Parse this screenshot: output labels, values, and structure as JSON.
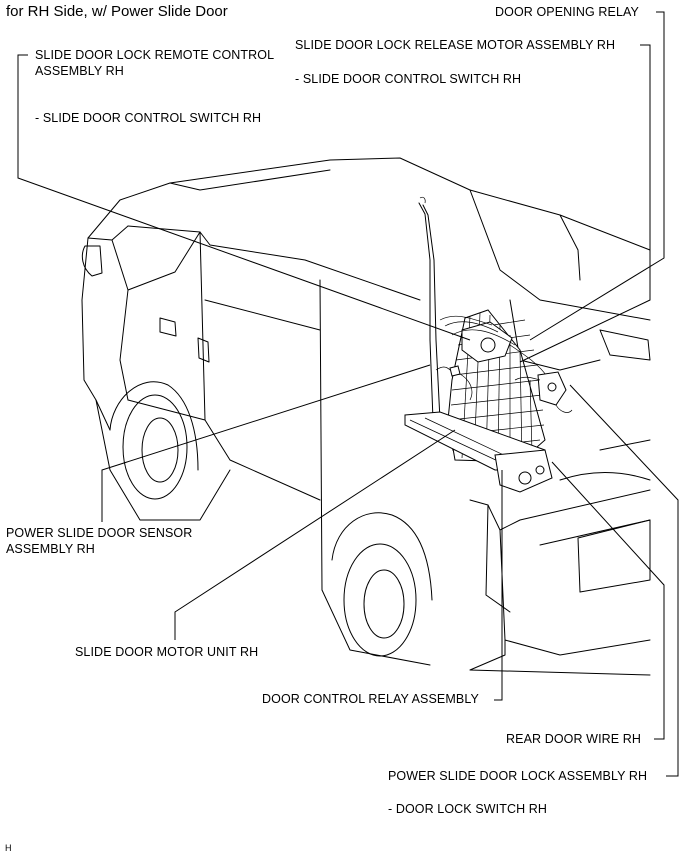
{
  "title": "for RH Side, w/ Power Slide Door",
  "labels": {
    "door_opening_relay": "DOOR OPENING RELAY",
    "slide_door_lock_release_motor": "SLIDE DOOR LOCK RELEASE MOTOR ASSEMBLY RH",
    "slide_door_control_switch_right": "- SLIDE DOOR CONTROL SWITCH RH",
    "slide_door_lock_remote_control_line1": "SLIDE DOOR LOCK REMOTE CONTROL",
    "slide_door_lock_remote_control_line2": "ASSEMBLY RH",
    "slide_door_control_switch_left": "- SLIDE DOOR CONTROL SWITCH RH",
    "power_slide_door_sensor_line1": "POWER SLIDE DOOR SENSOR",
    "power_slide_door_sensor_line2": "ASSEMBLY RH",
    "slide_door_motor_unit": "SLIDE DOOR MOTOR UNIT RH",
    "door_control_relay": "DOOR CONTROL RELAY ASSEMBLY",
    "rear_door_wire": "REAR DOOR WIRE RH",
    "power_slide_door_lock": "POWER SLIDE DOOR LOCK ASSEMBLY RH",
    "door_lock_switch": "- DOOR LOCK SWITCH RH"
  },
  "footer_code": "H"
}
